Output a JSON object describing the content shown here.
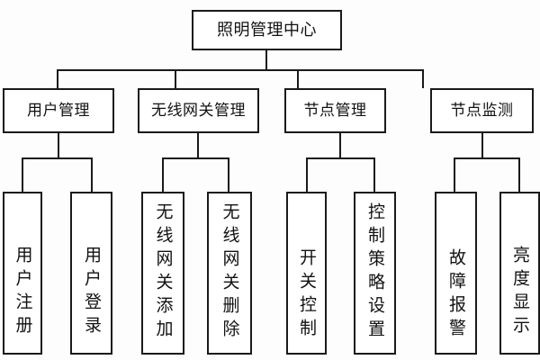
{
  "diagram": {
    "type": "tree-hierarchy-chart",
    "title": "照明管理中心",
    "background_color": "#fdfdfd",
    "line_color": "#1a1a1a",
    "box_fill": "#ffffff",
    "text_color": "#111111",
    "levels": 3,
    "root": {
      "label": "照明管理中心"
    },
    "branches": [
      {
        "label": "用户管理",
        "children": [
          {
            "label": "用户注册"
          },
          {
            "label": "用户登录"
          }
        ]
      },
      {
        "label": "无线网关管理",
        "children": [
          {
            "label": "无线网关添加"
          },
          {
            "label": "无线网关删除"
          }
        ]
      },
      {
        "label": "节点管理",
        "children": [
          {
            "label": "开关控制"
          },
          {
            "label": "控制策略设置"
          }
        ]
      },
      {
        "label": "节点监测",
        "children": [
          {
            "label": "故障报警"
          },
          {
            "label": "亮度显示"
          }
        ]
      }
    ]
  }
}
